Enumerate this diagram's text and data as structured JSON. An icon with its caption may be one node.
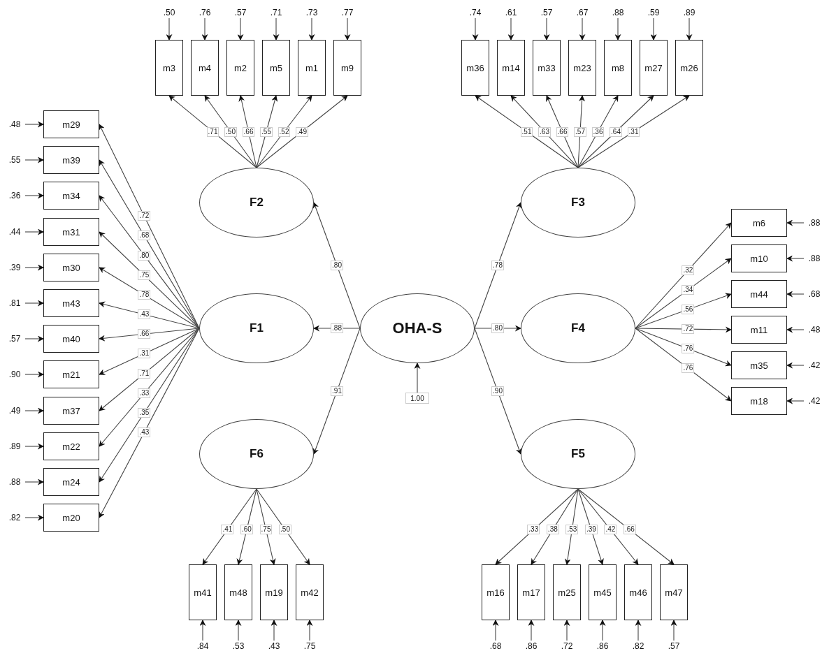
{
  "diagram": {
    "nodes": [
      {
        "text": [
          "OHA-S"
        ]
      },
      {
        "text": [
          "F1"
        ]
      },
      {
        "text": [
          "F2"
        ]
      },
      {
        "text": [
          "F3"
        ]
      },
      {
        "text": [
          "F4"
        ]
      },
      {
        "text": [
          "F5"
        ]
      },
      {
        "text": [
          "F6"
        ]
      },
      {
        "text": [
          "1.00"
        ]
      },
      {
        "text": [
          "m3"
        ]
      },
      {
        "text": [
          "m4"
        ]
      },
      {
        "text": [
          "m2"
        ]
      },
      {
        "text": [
          "m5"
        ]
      },
      {
        "text": [
          "m1"
        ]
      },
      {
        "text": [
          "m9"
        ]
      },
      {
        "text": [
          ".50"
        ]
      },
      {
        "text": [
          ".76"
        ]
      },
      {
        "text": [
          ".57"
        ]
      },
      {
        "text": [
          ".71"
        ]
      },
      {
        "text": [
          ".73"
        ]
      },
      {
        "text": [
          ".77"
        ]
      },
      {
        "text": [
          "m36"
        ]
      },
      {
        "text": [
          "m14"
        ]
      },
      {
        "text": [
          "m33"
        ]
      },
      {
        "text": [
          "m23"
        ]
      },
      {
        "text": [
          "m8"
        ]
      },
      {
        "text": [
          "m27"
        ]
      },
      {
        "text": [
          "m26"
        ]
      },
      {
        "text": [
          ".74"
        ]
      },
      {
        "text": [
          ".61"
        ]
      },
      {
        "text": [
          ".57"
        ]
      },
      {
        "text": [
          ".67"
        ]
      },
      {
        "text": [
          ".88"
        ]
      },
      {
        "text": [
          ".59"
        ]
      },
      {
        "text": [
          ".89"
        ]
      },
      {
        "text": [
          "m29"
        ]
      },
      {
        "text": [
          "m39"
        ]
      },
      {
        "text": [
          "m34"
        ]
      },
      {
        "text": [
          "m31"
        ]
      },
      {
        "text": [
          "m30"
        ]
      },
      {
        "text": [
          "m43"
        ]
      },
      {
        "text": [
          "m40"
        ]
      },
      {
        "text": [
          "m21"
        ]
      },
      {
        "text": [
          "m37"
        ]
      },
      {
        "text": [
          "m22"
        ]
      },
      {
        "text": [
          "m24"
        ]
      },
      {
        "text": [
          "m20"
        ]
      },
      {
        "text": [
          ".48"
        ]
      },
      {
        "text": [
          ".55"
        ]
      },
      {
        "text": [
          ".36"
        ]
      },
      {
        "text": [
          ".44"
        ]
      },
      {
        "text": [
          ".39"
        ]
      },
      {
        "text": [
          ".81"
        ]
      },
      {
        "text": [
          ".57"
        ]
      },
      {
        "text": [
          ".90"
        ]
      },
      {
        "text": [
          ".49"
        ]
      },
      {
        "text": [
          ".89"
        ]
      },
      {
        "text": [
          ".88"
        ]
      },
      {
        "text": [
          ".82"
        ]
      },
      {
        "text": [
          "m6"
        ]
      },
      {
        "text": [
          "m10"
        ]
      },
      {
        "text": [
          "m44"
        ]
      },
      {
        "text": [
          "m11"
        ]
      },
      {
        "text": [
          "m35"
        ]
      },
      {
        "text": [
          "m18"
        ]
      },
      {
        "text": [
          ".88"
        ]
      },
      {
        "text": [
          ".88"
        ]
      },
      {
        "text": [
          ".68"
        ]
      },
      {
        "text": [
          ".48"
        ]
      },
      {
        "text": [
          ".42"
        ]
      },
      {
        "text": [
          ".42"
        ]
      },
      {
        "text": [
          "m41"
        ]
      },
      {
        "text": [
          "m48"
        ]
      },
      {
        "text": [
          "m19"
        ]
      },
      {
        "text": [
          "m42"
        ]
      },
      {
        "text": [
          ".84"
        ]
      },
      {
        "text": [
          ".53"
        ]
      },
      {
        "text": [
          ".43"
        ]
      },
      {
        "text": [
          ".75"
        ]
      },
      {
        "text": [
          "m16"
        ]
      },
      {
        "text": [
          "m17"
        ]
      },
      {
        "text": [
          "m25"
        ]
      },
      {
        "text": [
          "m45"
        ]
      },
      {
        "text": [
          "m46"
        ]
      },
      {
        "text": [
          "m47"
        ]
      },
      {
        "text": [
          ".68"
        ]
      },
      {
        "text": [
          ".86"
        ]
      },
      {
        "text": [
          ".72"
        ]
      },
      {
        "text": [
          ".86"
        ]
      },
      {
        "text": [
          ".82"
        ]
      },
      {
        "text": [
          ".57"
        ]
      }
    ],
    "edges": [
      {
        "from": 0,
        "to": 2,
        "arrow": "to",
        "label": ".80"
      },
      {
        "from": 0,
        "to": 3,
        "arrow": "to",
        "label": ".78"
      },
      {
        "from": 0,
        "to": 1,
        "arrow": "to",
        "label": ".88"
      },
      {
        "from": 0,
        "to": 4,
        "arrow": "to",
        "label": ".80"
      },
      {
        "from": 0,
        "to": 6,
        "arrow": "to",
        "label": ".91"
      },
      {
        "from": 0,
        "to": 5,
        "arrow": "to",
        "label": ".90"
      },
      {
        "from": 7,
        "to": 0,
        "arrow": "to"
      },
      {
        "from": 2,
        "to": 8,
        "arrow": "to",
        "label": ".71"
      },
      {
        "from": 2,
        "to": 9,
        "arrow": "to",
        "label": ".50"
      },
      {
        "from": 2,
        "to": 10,
        "arrow": "to",
        "label": ".66"
      },
      {
        "from": 2,
        "to": 11,
        "arrow": "to",
        "label": ".55"
      },
      {
        "from": 2,
        "to": 12,
        "arrow": "to",
        "label": ".52"
      },
      {
        "from": 2,
        "to": 13,
        "arrow": "to",
        "label": ".49"
      },
      {
        "from": 14,
        "to": 8,
        "arrow": "to"
      },
      {
        "from": 15,
        "to": 9,
        "arrow": "to"
      },
      {
        "from": 16,
        "to": 10,
        "arrow": "to"
      },
      {
        "from": 17,
        "to": 11,
        "arrow": "to"
      },
      {
        "from": 18,
        "to": 12,
        "arrow": "to"
      },
      {
        "from": 19,
        "to": 13,
        "arrow": "to"
      },
      {
        "from": 3,
        "to": 20,
        "arrow": "to",
        "label": ".51"
      },
      {
        "from": 3,
        "to": 21,
        "arrow": "to",
        "label": ".63"
      },
      {
        "from": 3,
        "to": 22,
        "arrow": "to",
        "label": ".66"
      },
      {
        "from": 3,
        "to": 23,
        "arrow": "to",
        "label": ".57"
      },
      {
        "from": 3,
        "to": 24,
        "arrow": "to",
        "label": ".36"
      },
      {
        "from": 3,
        "to": 25,
        "arrow": "to",
        "label": ".64"
      },
      {
        "from": 3,
        "to": 26,
        "arrow": "to",
        "label": ".31"
      },
      {
        "from": 27,
        "to": 20,
        "arrow": "to"
      },
      {
        "from": 28,
        "to": 21,
        "arrow": "to"
      },
      {
        "from": 29,
        "to": 22,
        "arrow": "to"
      },
      {
        "from": 30,
        "to": 23,
        "arrow": "to"
      },
      {
        "from": 31,
        "to": 24,
        "arrow": "to"
      },
      {
        "from": 32,
        "to": 25,
        "arrow": "to"
      },
      {
        "from": 33,
        "to": 26,
        "arrow": "to"
      },
      {
        "from": 1,
        "to": 34,
        "arrow": "to",
        "label": ".72"
      },
      {
        "from": 1,
        "to": 35,
        "arrow": "to",
        "label": ".68"
      },
      {
        "from": 1,
        "to": 36,
        "arrow": "to",
        "label": ".80"
      },
      {
        "from": 1,
        "to": 37,
        "arrow": "to",
        "label": ".75"
      },
      {
        "from": 1,
        "to": 38,
        "arrow": "to",
        "label": ".78"
      },
      {
        "from": 1,
        "to": 39,
        "arrow": "to",
        "label": ".43"
      },
      {
        "from": 1,
        "to": 40,
        "arrow": "to",
        "label": ".66"
      },
      {
        "from": 1,
        "to": 41,
        "arrow": "to",
        "label": ".31"
      },
      {
        "from": 1,
        "to": 42,
        "arrow": "to",
        "label": ".71"
      },
      {
        "from": 1,
        "to": 43,
        "arrow": "to",
        "label": ".33"
      },
      {
        "from": 1,
        "to": 44,
        "arrow": "to",
        "label": ".35"
      },
      {
        "from": 1,
        "to": 45,
        "arrow": "to",
        "label": ".43"
      },
      {
        "from": 46,
        "to": 34,
        "arrow": "to"
      },
      {
        "from": 47,
        "to": 35,
        "arrow": "to"
      },
      {
        "from": 48,
        "to": 36,
        "arrow": "to"
      },
      {
        "from": 49,
        "to": 37,
        "arrow": "to"
      },
      {
        "from": 50,
        "to": 38,
        "arrow": "to"
      },
      {
        "from": 51,
        "to": 39,
        "arrow": "to"
      },
      {
        "from": 52,
        "to": 40,
        "arrow": "to"
      },
      {
        "from": 53,
        "to": 41,
        "arrow": "to"
      },
      {
        "from": 54,
        "to": 42,
        "arrow": "to"
      },
      {
        "from": 55,
        "to": 43,
        "arrow": "to"
      },
      {
        "from": 56,
        "to": 44,
        "arrow": "to"
      },
      {
        "from": 57,
        "to": 45,
        "arrow": "to"
      },
      {
        "from": 4,
        "to": 58,
        "arrow": "to",
        "label": ".32"
      },
      {
        "from": 4,
        "to": 59,
        "arrow": "to",
        "label": ".34"
      },
      {
        "from": 4,
        "to": 60,
        "arrow": "to",
        "label": ".56"
      },
      {
        "from": 4,
        "to": 61,
        "arrow": "to",
        "label": ".72"
      },
      {
        "from": 4,
        "to": 62,
        "arrow": "to",
        "label": ".76"
      },
      {
        "from": 4,
        "to": 63,
        "arrow": "to",
        "label": ".76"
      },
      {
        "from": 64,
        "to": 58,
        "arrow": "to"
      },
      {
        "from": 65,
        "to": 59,
        "arrow": "to"
      },
      {
        "from": 66,
        "to": 60,
        "arrow": "to"
      },
      {
        "from": 67,
        "to": 61,
        "arrow": "to"
      },
      {
        "from": 68,
        "to": 62,
        "arrow": "to"
      },
      {
        "from": 69,
        "to": 63,
        "arrow": "to"
      },
      {
        "from": 6,
        "to": 70,
        "arrow": "to",
        "label": ".41"
      },
      {
        "from": 6,
        "to": 71,
        "arrow": "to",
        "label": ".60"
      },
      {
        "from": 6,
        "to": 72,
        "arrow": "to",
        "label": ".75"
      },
      {
        "from": 6,
        "to": 73,
        "arrow": "to",
        "label": ".50"
      },
      {
        "from": 74,
        "to": 70,
        "arrow": "to"
      },
      {
        "from": 75,
        "to": 71,
        "arrow": "to"
      },
      {
        "from": 76,
        "to": 72,
        "arrow": "to"
      },
      {
        "from": 77,
        "to": 73,
        "arrow": "to"
      },
      {
        "from": 5,
        "to": 78,
        "arrow": "to",
        "label": ".33"
      },
      {
        "from": 5,
        "to": 79,
        "arrow": "to",
        "label": ".38"
      },
      {
        "from": 5,
        "to": 80,
        "arrow": "to",
        "label": ".53"
      },
      {
        "from": 5,
        "to": 81,
        "arrow": "to",
        "label": ".39"
      },
      {
        "from": 5,
        "to": 82,
        "arrow": "to",
        "label": ".42"
      },
      {
        "from": 5,
        "to": 83,
        "arrow": "to",
        "label": ".66"
      },
      {
        "from": 84,
        "to": 78,
        "arrow": "to"
      },
      {
        "from": 85,
        "to": 79,
        "arrow": "to"
      },
      {
        "from": 86,
        "to": 80,
        "arrow": "to"
      },
      {
        "from": 87,
        "to": 81,
        "arrow": "to"
      },
      {
        "from": 88,
        "to": 82,
        "arrow": "to"
      },
      {
        "from": 89,
        "to": 83,
        "arrow": "to"
      }
    ]
  }
}
